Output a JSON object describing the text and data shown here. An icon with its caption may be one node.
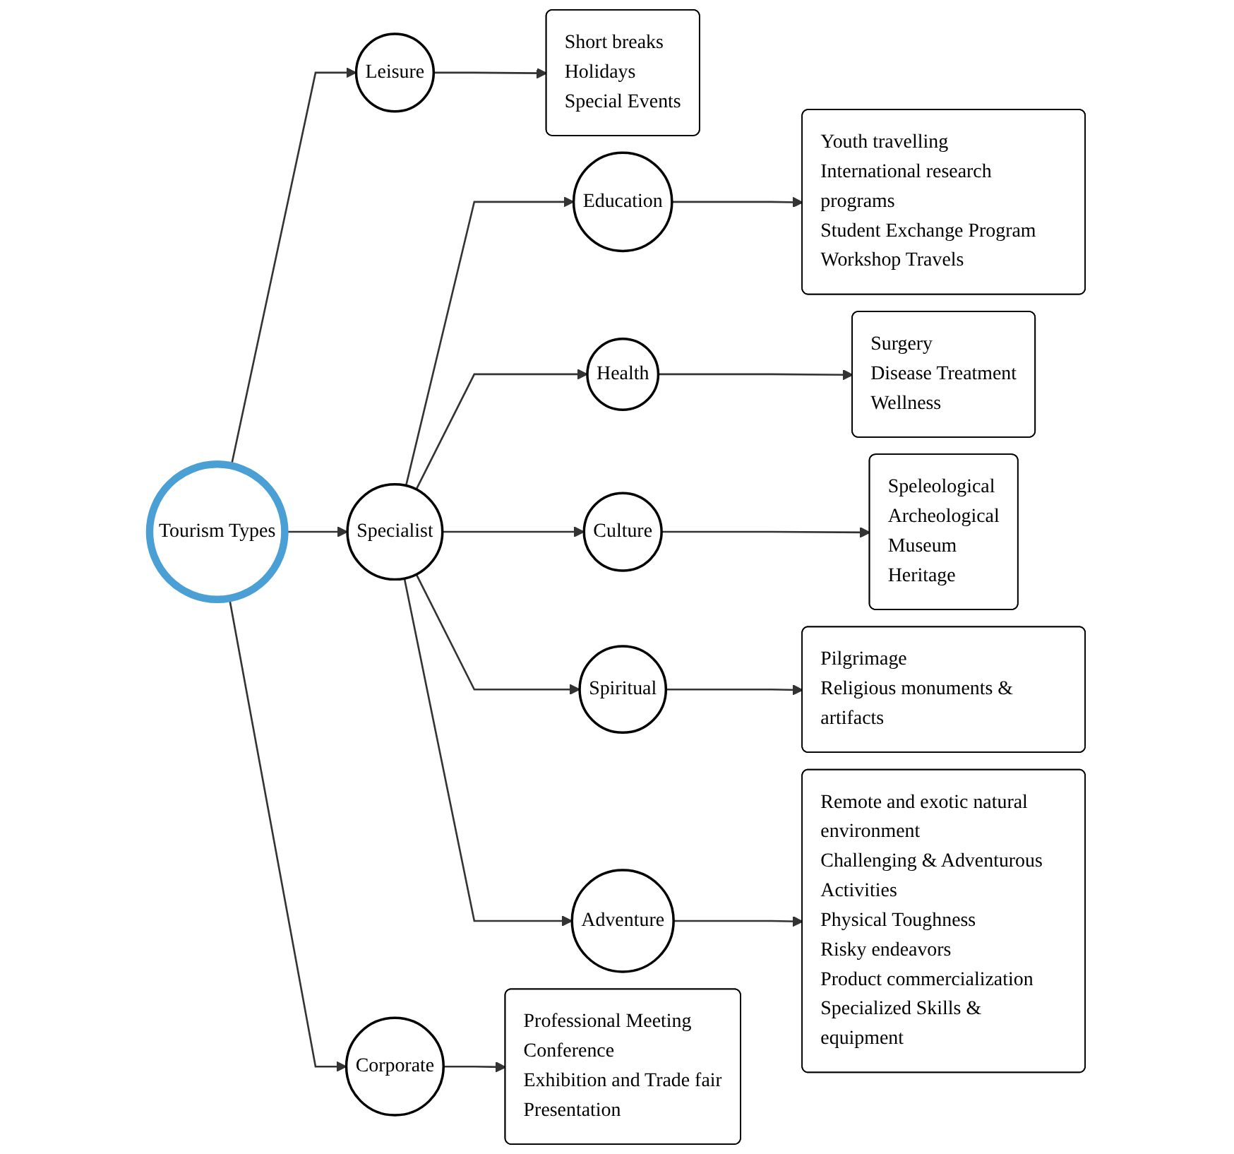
{
  "diagram": {
    "nodes": [
      {
        "text": [
          "Tourism Types"
        ]
      },
      {
        "text": [
          "Leisure"
        ]
      },
      {
        "text": [
          "Specialist"
        ]
      },
      {
        "text": [
          "Corporate"
        ]
      },
      {
        "text": [
          "Short breaks",
          "Holidays",
          "Special Events"
        ]
      },
      {
        "text": [
          "Education"
        ]
      },
      {
        "text": [
          "Youth travelling",
          "International research programs",
          "Student Exchange Program",
          "Workshop Travels"
        ]
      },
      {
        "text": [
          "Health"
        ]
      },
      {
        "text": [
          "Surgery",
          "Disease Treatment",
          "Wellness"
        ]
      },
      {
        "text": [
          "Culture"
        ]
      },
      {
        "text": [
          "Speleological",
          "Archeological",
          "Museum",
          "Heritage"
        ]
      },
      {
        "text": [
          "Spiritual"
        ]
      },
      {
        "text": [
          "Pilgrimage",
          "Religious monuments & artifacts"
        ]
      },
      {
        "text": [
          "Adventure"
        ]
      },
      {
        "text": [
          "Remote and exotic natural environment",
          "Challenging & Adventurous Activities",
          "Physical Toughness",
          "Risky endeavors",
          "Product commercialization",
          "Specialized Skills & equipment"
        ]
      },
      {
        "text": [
          "Professional Meeting",
          "Conference",
          "Exhibition and Trade fair",
          "Presentation"
        ]
      }
    ],
    "edges": [
      {
        "from": 0,
        "to": 1,
        "arrow": "to"
      },
      {
        "from": 0,
        "to": 2,
        "arrow": "to"
      },
      {
        "from": 0,
        "to": 3,
        "arrow": "to"
      },
      {
        "from": 1,
        "to": 4,
        "arrow": "to"
      },
      {
        "from": 2,
        "to": 5,
        "arrow": "to"
      },
      {
        "from": 2,
        "to": 7,
        "arrow": "to"
      },
      {
        "from": 2,
        "to": 9,
        "arrow": "to"
      },
      {
        "from": 2,
        "to": 11,
        "arrow": "to"
      },
      {
        "from": 2,
        "to": 13,
        "arrow": "to"
      },
      {
        "from": 5,
        "to": 6,
        "arrow": "to"
      },
      {
        "from": 7,
        "to": 8,
        "arrow": "to"
      },
      {
        "from": 9,
        "to": 10,
        "arrow": "to"
      },
      {
        "from": 11,
        "to": 12,
        "arrow": "to"
      },
      {
        "from": 13,
        "to": 14,
        "arrow": "to"
      },
      {
        "from": 3,
        "to": 15,
        "arrow": "to"
      }
    ]
  }
}
